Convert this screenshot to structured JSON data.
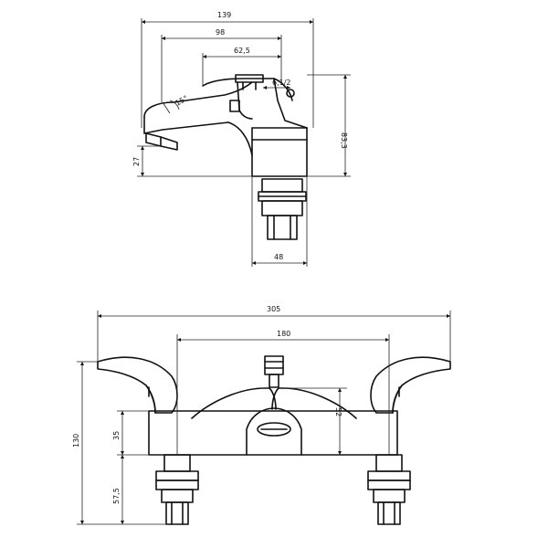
{
  "side_view": {
    "dims": {
      "overall_length": "139",
      "spout_length": "98",
      "handle_offset": "62,5",
      "diverter_offset": "6,1/2",
      "angle": "15°",
      "height": "83,3",
      "spout_height": "27",
      "tail_width": "48"
    }
  },
  "front_view": {
    "dims": {
      "overall_width": "305",
      "centres": "180",
      "diverter_height": "52",
      "body_height": "35",
      "total_height": "130",
      "tail_height": "57,5"
    }
  },
  "colors": {
    "line": "#111111",
    "background": "#ffffff"
  }
}
